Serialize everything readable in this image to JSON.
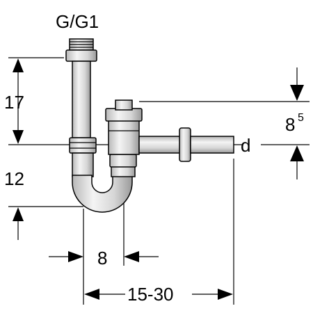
{
  "labels": {
    "thread": "G/G1",
    "height_upper": "17",
    "height_lower": "12",
    "offset_base": "8",
    "offset_sup": "5",
    "diameter": "d",
    "pipe_spacing": "8",
    "range": "15-30"
  },
  "colors": {
    "line": "#000000",
    "pipe_fill": "#dcdcdc",
    "pipe_highlight": "#f5f5f5",
    "pipe_shadow": "#a8a8a8",
    "background": "#ffffff"
  }
}
